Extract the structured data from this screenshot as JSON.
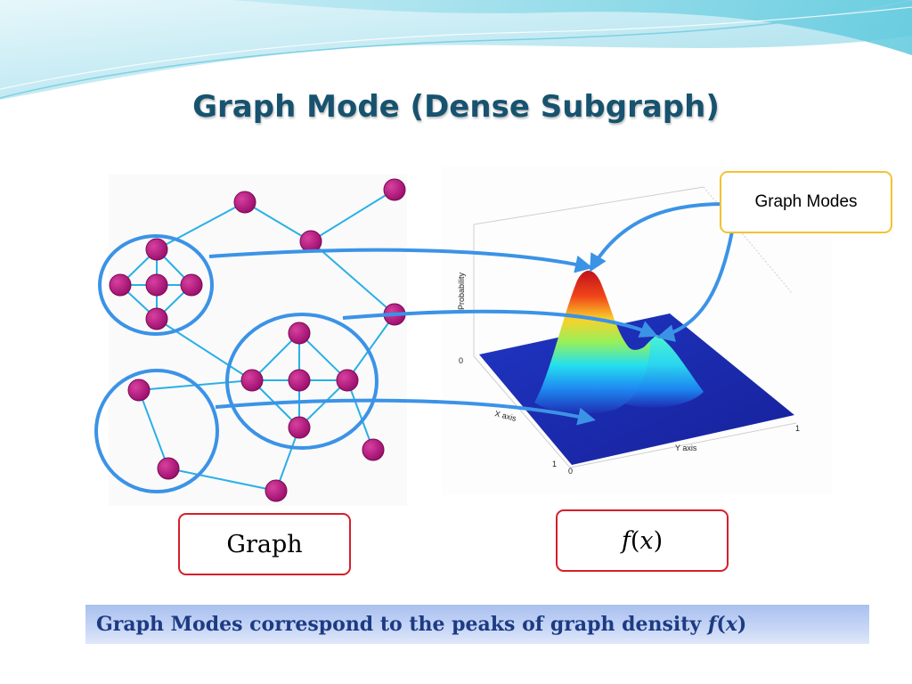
{
  "slide": {
    "title": "Graph Mode (Dense Subgraph)",
    "callout": "Graph Modes",
    "graph_caption": "Graph",
    "fx_caption_f": "f",
    "fx_caption_x": "x",
    "bottom_text": "Graph Modes correspond to the peaks of graph density ",
    "bottom_f": "f",
    "bottom_x": "x"
  },
  "plot": {
    "zlabel": "Probability",
    "xlabel": "X axis",
    "ylabel": "Y axis",
    "z_tick_0": "0",
    "x_tick_0": "0",
    "x_tick_1": "1",
    "y_tick_0": "0",
    "y_tick_1": "1"
  },
  "colors": {
    "title": "#17536f",
    "node": "#b81a80",
    "edge": "#29b0e6",
    "cluster": "#3b93e6",
    "caption_border": "#d61f2a",
    "callout_border": "#f3c233",
    "surface_base": "#1e2fb4"
  }
}
